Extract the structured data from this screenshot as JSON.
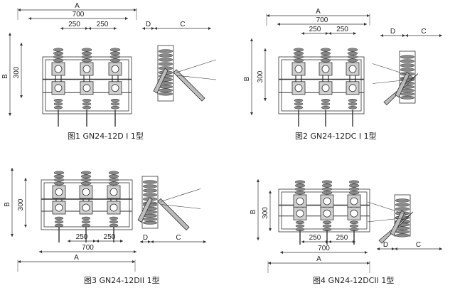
{
  "figures": [
    {
      "caption": "图1  GN24-12D Ⅰ  1型",
      "dims": {
        "A": "A",
        "overall": "700",
        "spacing_left": "250",
        "spacing_right": "250",
        "height_inner": "300",
        "height_outer": "B",
        "D": "D",
        "C": "C"
      }
    },
    {
      "caption": "图2  GN24-12DC Ⅰ  1型",
      "dims": {
        "A": "A",
        "overall": "700",
        "spacing_left": "250",
        "spacing_right": "250",
        "height_inner": "300",
        "height_outer": "B",
        "D": "D",
        "C": "C"
      }
    },
    {
      "caption": "图3  GN24-12DII  1型",
      "dims": {
        "A": "A",
        "overall": "700",
        "spacing_left": "250",
        "spacing_right": "250",
        "height_inner": "300",
        "height_outer": "B",
        "D": "D",
        "C": "C"
      }
    },
    {
      "caption": "图4  GN24-12DCII  1型",
      "dims": {
        "A": "A",
        "overall": "700",
        "spacing_left": "250",
        "spacing_right": "250",
        "height_inner": "300",
        "height_outer": "B",
        "D": "D",
        "C": "C"
      }
    }
  ],
  "colors": {
    "line": "#333333",
    "shade": "#8a8a8a",
    "dark": "#555555"
  }
}
